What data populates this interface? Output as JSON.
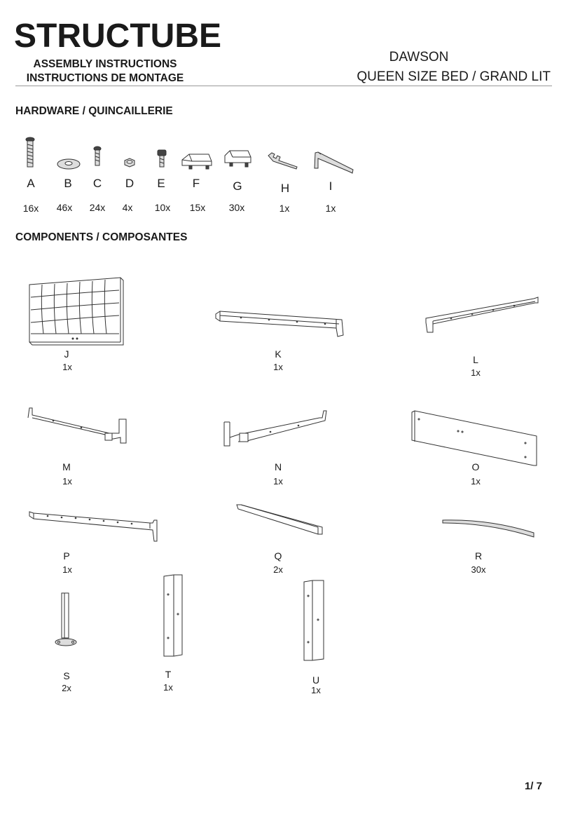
{
  "header": {
    "brand": "STRUCTUBE",
    "subtitle_en": "ASSEMBLY INSTRUCTIONS",
    "subtitle_fr": "INSTRUCTIONS DE MONTAGE",
    "product_name": "DAWSON",
    "product_desc": "QUEEN SIZE BED / GRAND LIT"
  },
  "hardware": {
    "title": "HARDWARE / QUINCAILLERIE",
    "items": [
      {
        "letter": "A",
        "qty": "16x",
        "icon": "bolt-icon"
      },
      {
        "letter": "B",
        "qty": "46x",
        "icon": "washer-icon"
      },
      {
        "letter": "C",
        "qty": "24x",
        "icon": "small-bolt-icon"
      },
      {
        "letter": "D",
        "qty": "4x",
        "icon": "nut-icon"
      },
      {
        "letter": "E",
        "qty": "10x",
        "icon": "short-bolt-icon"
      },
      {
        "letter": "F",
        "qty": "15x",
        "icon": "slat-holder-icon"
      },
      {
        "letter": "G",
        "qty": "30x",
        "icon": "slat-cap-icon"
      },
      {
        "letter": "H",
        "qty": "1x",
        "icon": "wrench-icon"
      },
      {
        "letter": "I",
        "qty": "1x",
        "icon": "allen-key-icon"
      }
    ]
  },
  "components": {
    "title": "COMPONENTS / COMPOSANTES",
    "items": [
      {
        "letter": "J",
        "qty": "1x",
        "icon": "headboard-icon"
      },
      {
        "letter": "K",
        "qty": "1x",
        "icon": "side-rail-icon"
      },
      {
        "letter": "L",
        "qty": "1x",
        "icon": "side-rail-icon"
      },
      {
        "letter": "M",
        "qty": "1x",
        "icon": "center-rail-icon"
      },
      {
        "letter": "N",
        "qty": "1x",
        "icon": "center-rail-icon"
      },
      {
        "letter": "O",
        "qty": "1x",
        "icon": "footboard-panel-icon"
      },
      {
        "letter": "P",
        "qty": "1x",
        "icon": "cross-bar-icon"
      },
      {
        "letter": "Q",
        "qty": "2x",
        "icon": "support-bar-icon"
      },
      {
        "letter": "R",
        "qty": "30x",
        "icon": "slat-icon"
      },
      {
        "letter": "S",
        "qty": "2x",
        "icon": "support-leg-icon"
      },
      {
        "letter": "T",
        "qty": "1x",
        "icon": "leg-panel-icon"
      },
      {
        "letter": "U",
        "qty": "1x",
        "icon": "leg-panel-icon"
      }
    ]
  },
  "footer": {
    "page": "1/ 7"
  }
}
